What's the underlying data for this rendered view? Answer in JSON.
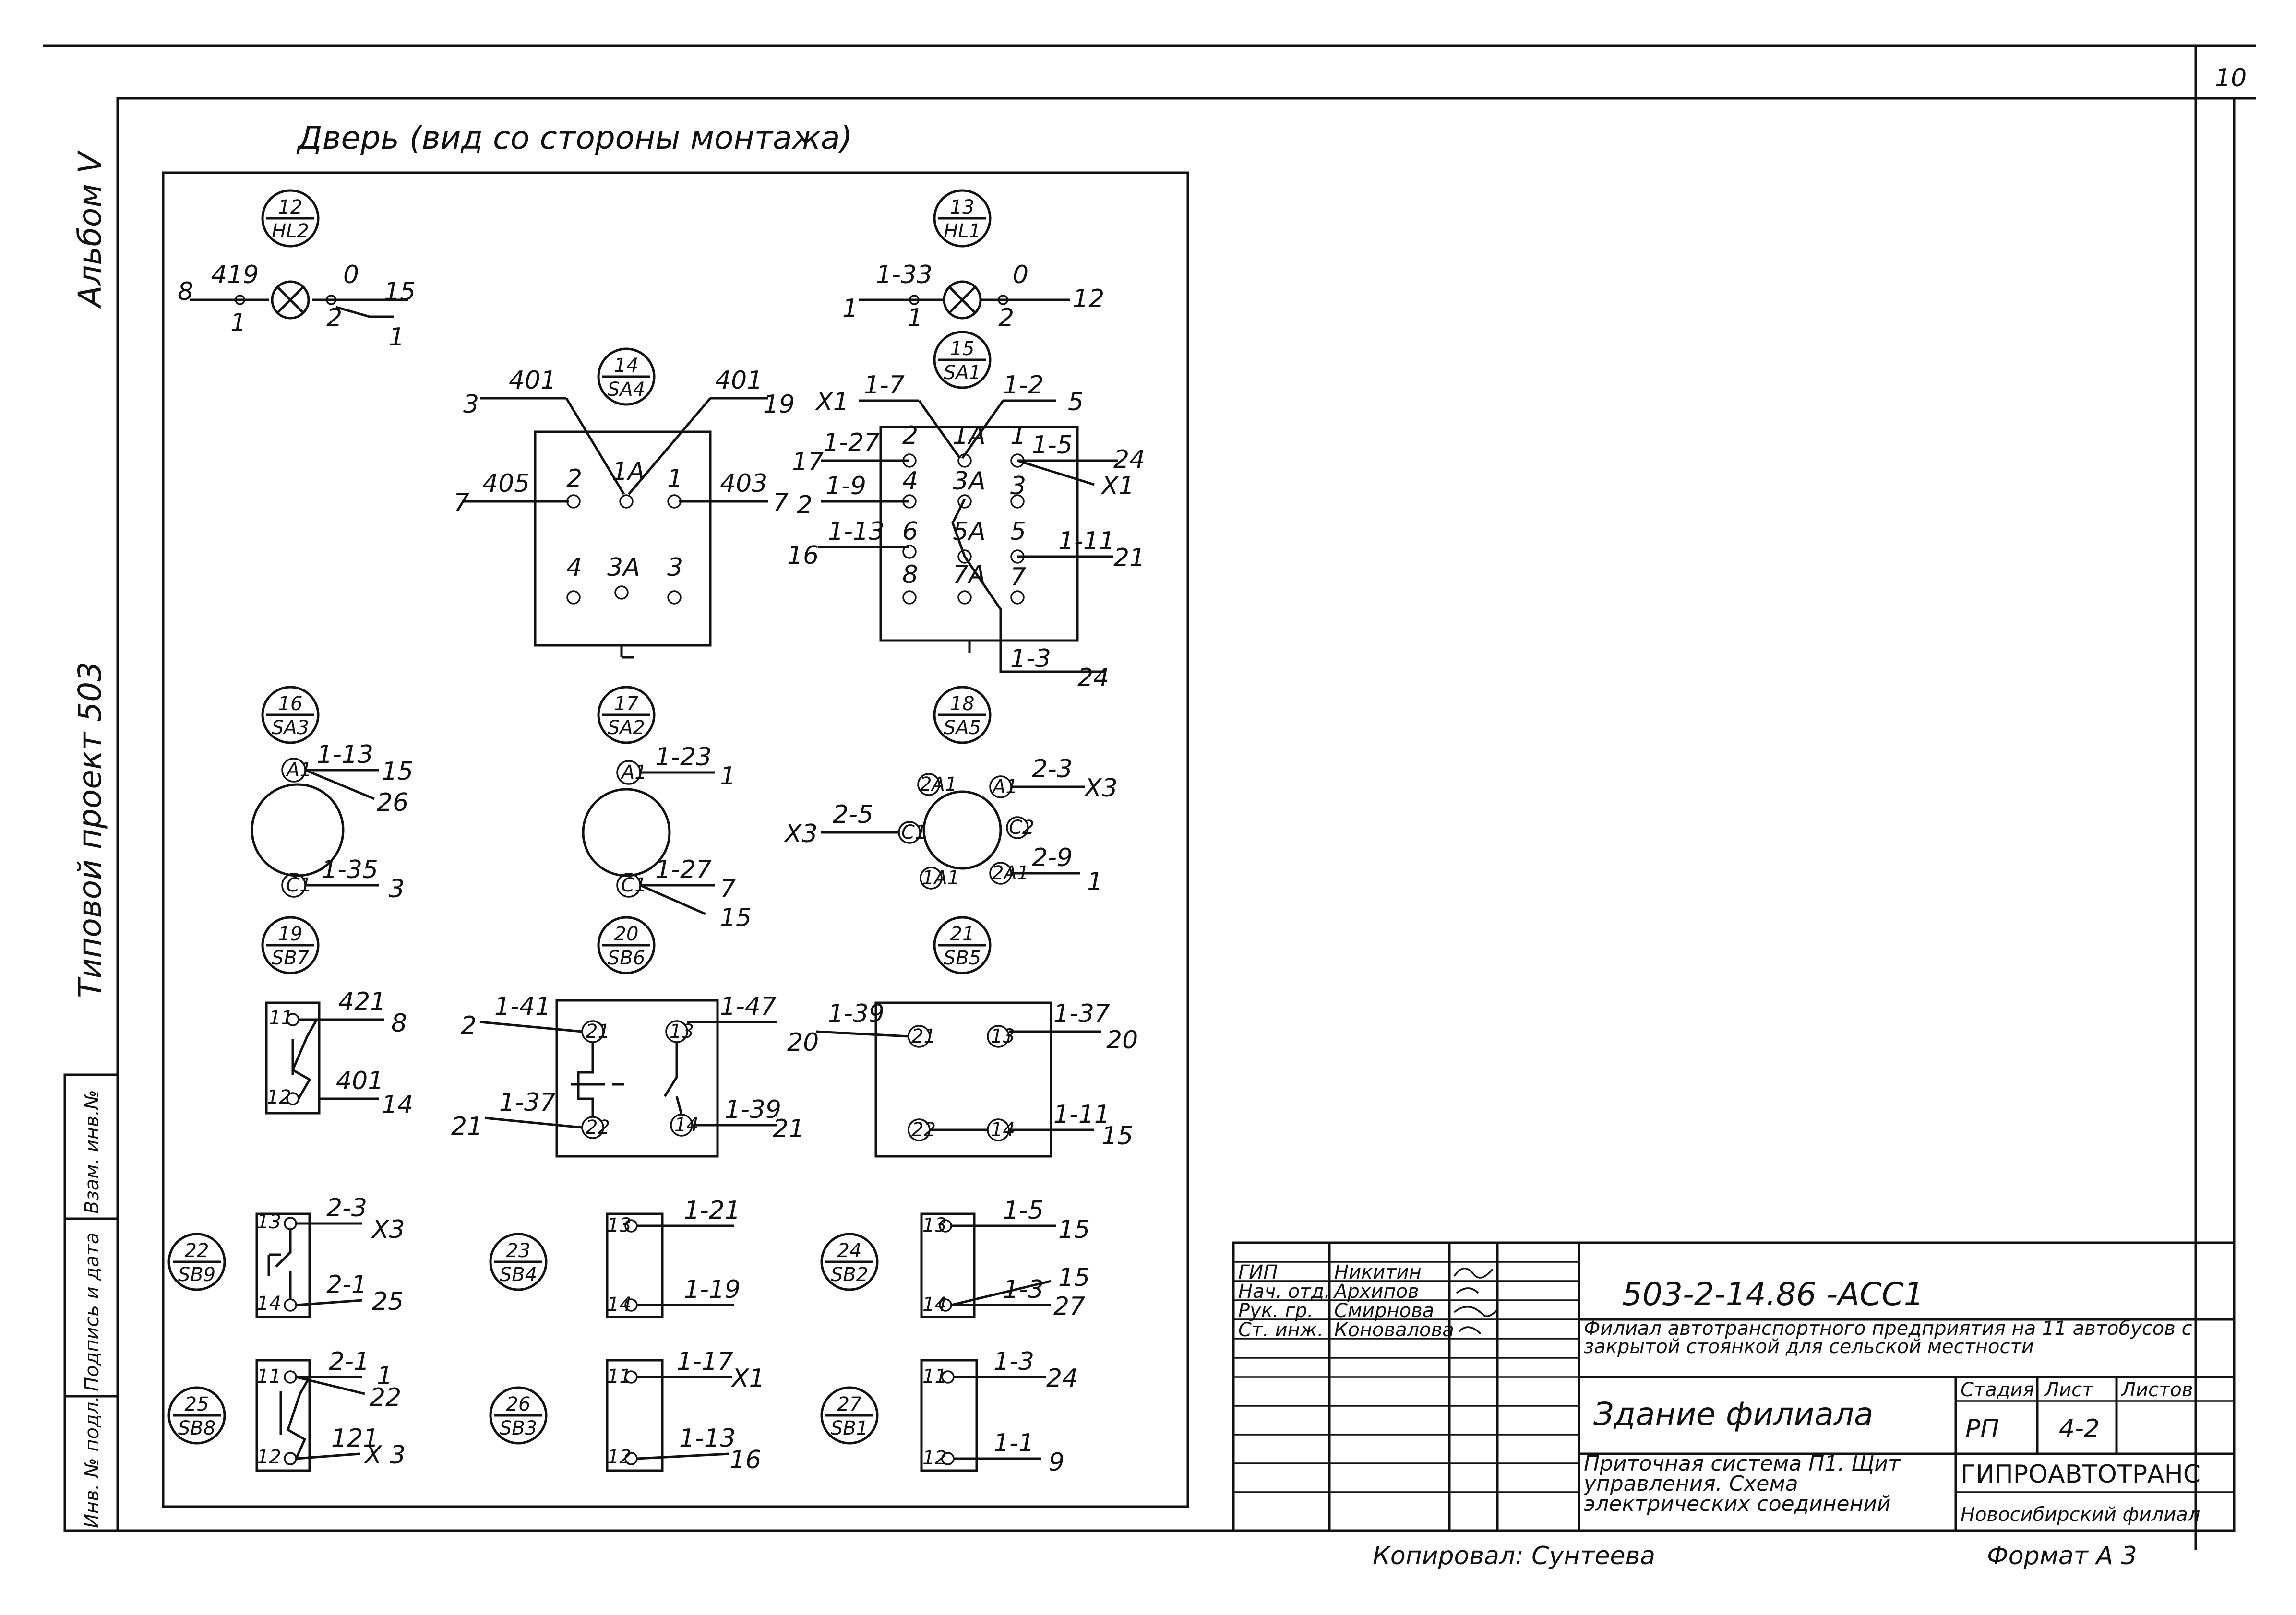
{
  "page_number": "10",
  "side_labels": {
    "album": "Альбом V",
    "project": "Типовой проект 503",
    "stamps": [
      "Взам. инв.№",
      "Подпись и дата",
      "Инв. № подл."
    ]
  },
  "door_title": "Дверь  (вид со стороны монтажа)",
  "devices": [
    {
      "num": "12",
      "ref": "HL2"
    },
    {
      "num": "13",
      "ref": "HL1"
    },
    {
      "num": "14",
      "ref": "SA4"
    },
    {
      "num": "15",
      "ref": "SA1"
    },
    {
      "num": "16",
      "ref": "SA3"
    },
    {
      "num": "17",
      "ref": "SA2"
    },
    {
      "num": "18",
      "ref": "SA5"
    },
    {
      "num": "19",
      "ref": "SB7"
    },
    {
      "num": "20",
      "ref": "SB6"
    },
    {
      "num": "21",
      "ref": "SB5"
    },
    {
      "num": "22",
      "ref": "SB9"
    },
    {
      "num": "23",
      "ref": "SB4"
    },
    {
      "num": "24",
      "ref": "SB2"
    },
    {
      "num": "25",
      "ref": "SB8"
    },
    {
      "num": "26",
      "ref": "SB3"
    },
    {
      "num": "27",
      "ref": "SB1"
    }
  ],
  "hl2": {
    "left": "8",
    "wire_a": "419",
    "pin1": "1",
    "wire_b": "0",
    "pin2": "2",
    "right": "15",
    "branch": "1"
  },
  "hl1": {
    "left": "1",
    "wire_a": "1-33",
    "pin1": "1",
    "wire_b": "0",
    "pin2": "2",
    "right": "12"
  },
  "sa4": {
    "wires": [
      "401",
      "401",
      "405",
      "403"
    ],
    "ends": [
      "3",
      "19",
      "7",
      "7"
    ],
    "pins": [
      "2",
      "1A",
      "1",
      "4",
      "3A",
      "3"
    ]
  },
  "sa1": {
    "wires": [
      "1-7",
      "1-2",
      "1-27",
      "1-5",
      "1-9",
      "1-13",
      "1-11",
      "1-3"
    ],
    "ends": [
      "X1",
      "5",
      "17",
      "24",
      "X1",
      "2",
      "16",
      "21",
      "24"
    ],
    "pins": [
      "2",
      "1A",
      "1",
      "4",
      "3A",
      "3",
      "6",
      "5A",
      "5",
      "8",
      "7A",
      "7"
    ]
  },
  "sa3": {
    "wires": [
      "1-13",
      "1-35"
    ],
    "ends": [
      "15",
      "26",
      "3"
    ],
    "pins": [
      "A1",
      "C1"
    ]
  },
  "sa2": {
    "wires": [
      "1-23",
      "1-27"
    ],
    "ends": [
      "1",
      "7",
      "15"
    ],
    "pins": [
      "A1",
      "C1"
    ]
  },
  "sa5": {
    "wires": [
      "2-3",
      "2-5",
      "2-9"
    ],
    "ends": [
      "X3",
      "X3",
      "1"
    ],
    "pins": [
      "2A1",
      "A1",
      "C1",
      "C2",
      "1A1",
      "2A1"
    ]
  },
  "sb7": {
    "wires": [
      "421",
      "401"
    ],
    "ends": [
      "8",
      "14"
    ],
    "pins": [
      "11",
      "12"
    ]
  },
  "sb6": {
    "wires": [
      "1-41",
      "1-47",
      "1-37",
      "1-39"
    ],
    "ends": [
      "2",
      "21",
      "21"
    ],
    "pins": [
      "21",
      "13",
      "22",
      "14"
    ]
  },
  "sb5": {
    "wires": [
      "1-39",
      "1-37",
      "1-11"
    ],
    "ends": [
      "20",
      "20",
      "15"
    ],
    "pins": [
      "21",
      "13",
      "22",
      "14"
    ]
  },
  "sb9": {
    "wires": [
      "2-3",
      "2-1"
    ],
    "ends": [
      "X3",
      "25"
    ],
    "pins": [
      "13",
      "14"
    ]
  },
  "sb4": {
    "wires": [
      "1-21",
      "1-19"
    ],
    "pins": [
      "13",
      "14"
    ]
  },
  "sb2": {
    "wires": [
      "1-5",
      "1-3"
    ],
    "ends": [
      "15",
      "15",
      "27"
    ],
    "pins": [
      "13",
      "14"
    ]
  },
  "sb8": {
    "wires": [
      "2-1",
      "121"
    ],
    "ends": [
      "1",
      "22",
      "X 3"
    ],
    "pins": [
      "11",
      "12"
    ]
  },
  "sb3": {
    "wires": [
      "1-17",
      "1-13"
    ],
    "ends": [
      "X1",
      "16"
    ],
    "pins": [
      "11",
      "12"
    ]
  },
  "sb1": {
    "wires": [
      "1-3",
      "1-1"
    ],
    "ends": [
      "24",
      "9"
    ],
    "pins": [
      "11",
      "12"
    ]
  },
  "title_block": {
    "roles": [
      "ГИП",
      "Нач. отд.",
      "Рук. гр.",
      "Ст. инж."
    ],
    "names": [
      "Никитин",
      "Архипов",
      "Смирнова",
      "Коновалова"
    ],
    "code": "503-2-14.86      -АСС1",
    "project_desc": "Филиал автотранспортного предприятия на 11 автобусов с закрытой стоянкой для сельской местности",
    "building": "Здание  филиала",
    "stage_hdr": "Стадия",
    "sheet_hdr": "Лист",
    "sheets_hdr": "Листов",
    "stage": "РП",
    "sheet": "4-2",
    "drawing_desc": "Приточная система П1. Щит управления. Схема электрических соединений",
    "org": "ГИПРОАВТОТРАНС",
    "branch": "Новосибирский филиал"
  },
  "footer": {
    "copied": "Копировал:  Сунтеева",
    "format": "Формат А 3"
  }
}
